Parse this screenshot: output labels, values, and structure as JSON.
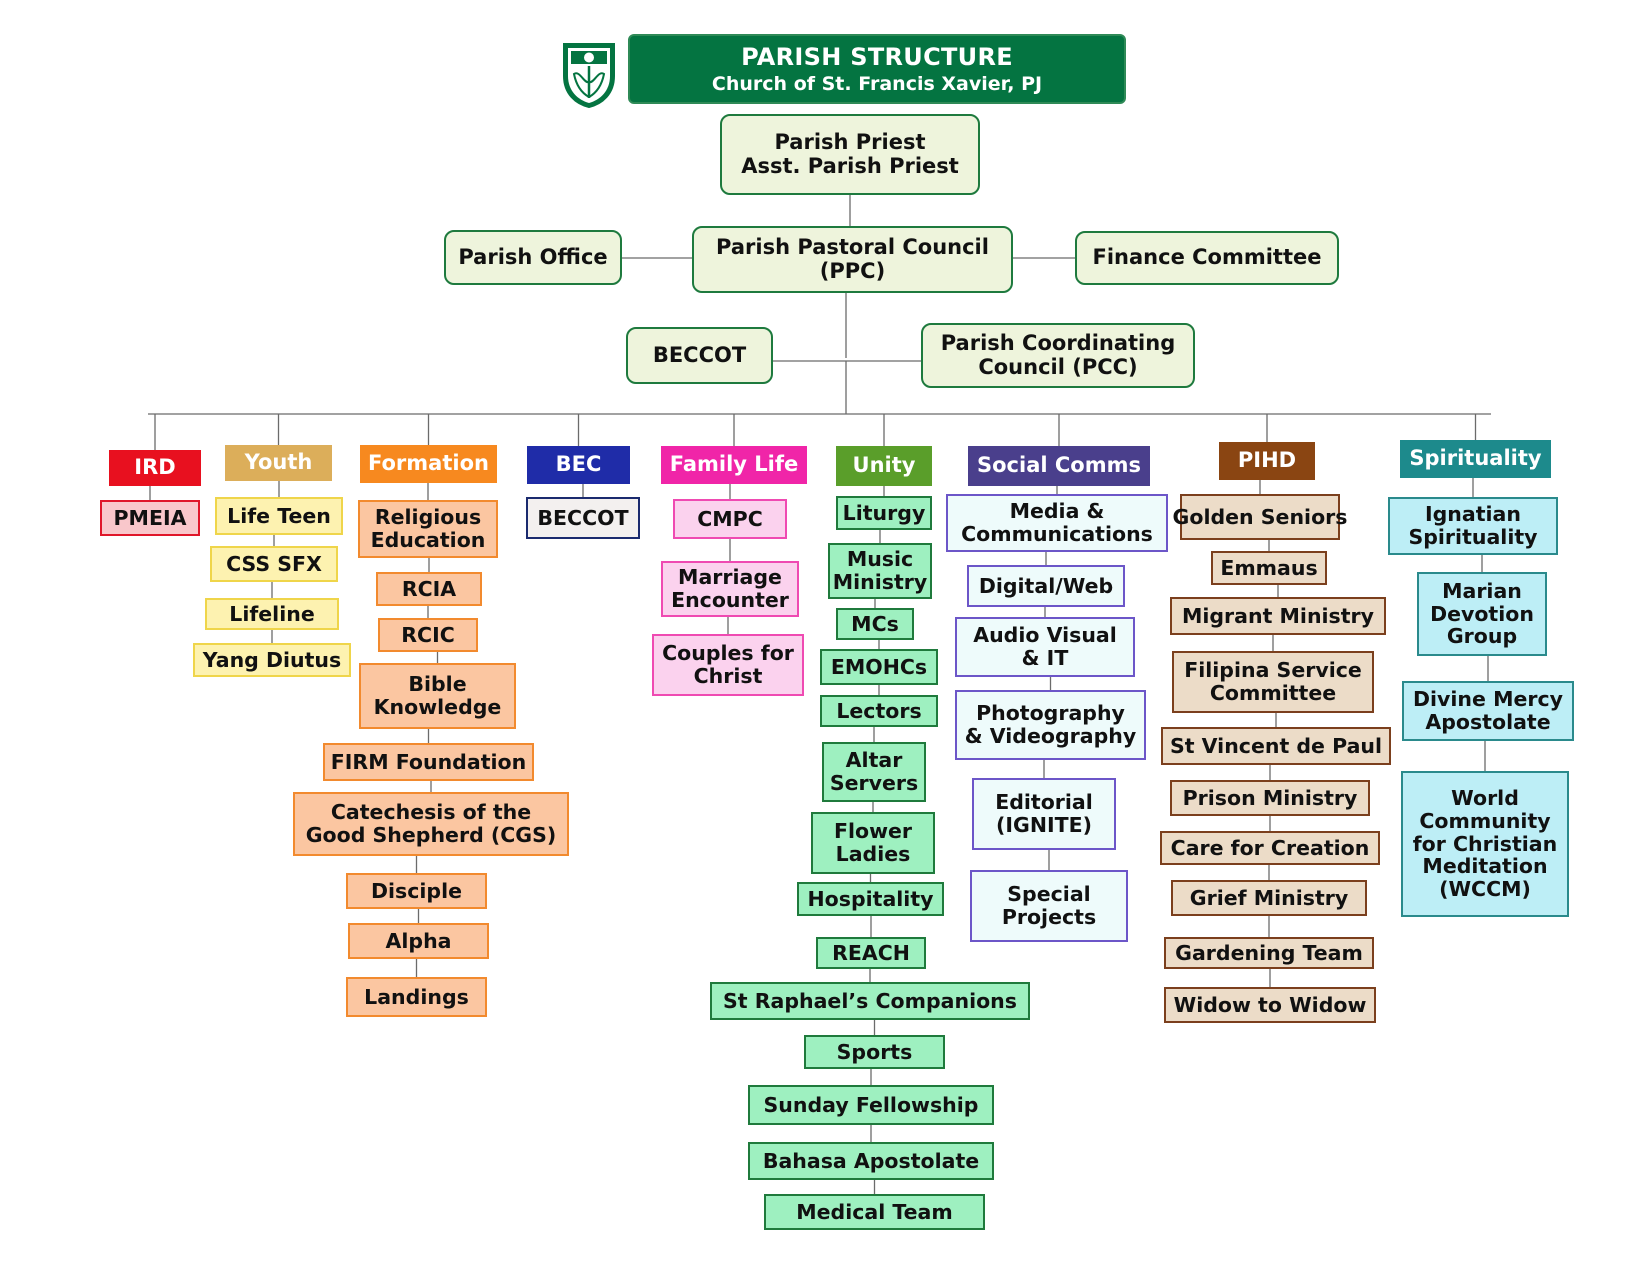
{
  "header": {
    "title": "PARISH STRUCTURE",
    "subtitle": "Church of St. Francis Xavier, PJ",
    "logo_icon": "parish-crest-icon"
  },
  "top": {
    "priests": [
      "Parish Priest",
      "Asst. Parish Priest"
    ],
    "parish_office": "Parish Office",
    "ppc": [
      "Parish Pastoral Council",
      "(PPC)"
    ],
    "finance": "Finance Committee",
    "beccot": "BECCOT",
    "pcc": [
      "Parish Coordinating",
      "Council (PCC)"
    ]
  },
  "colors": {
    "brand_green": "#047441",
    "ird": "#e8101f",
    "youth": "#dcae5a",
    "formation": "#f7891f",
    "bec": "#1f2ca8",
    "family_life": "#f025a8",
    "unity": "#5a9e2a",
    "social_comms": "#4a3f8c",
    "pihd": "#8a4512",
    "spirituality": "#1d8a8c"
  },
  "categories": [
    {
      "key": "ird",
      "label": "IRD",
      "items": [
        [
          "PMEIA"
        ]
      ]
    },
    {
      "key": "youth",
      "label": "Youth",
      "items": [
        [
          "Life Teen"
        ],
        [
          "CSS SFX"
        ],
        [
          "Lifeline"
        ],
        [
          "Yang Diutus"
        ]
      ]
    },
    {
      "key": "formation",
      "label": "Formation",
      "items": [
        [
          "Religious",
          "Education"
        ],
        [
          "RCIA"
        ],
        [
          "RCIC"
        ],
        [
          "Bible",
          "Knowledge"
        ],
        [
          "FIRM Foundation"
        ],
        [
          "Catechesis of the",
          "Good Shepherd (CGS)"
        ],
        [
          "Disciple"
        ],
        [
          "Alpha"
        ],
        [
          "Landings"
        ]
      ]
    },
    {
      "key": "bec",
      "label": "BEC",
      "items": [
        [
          "BECCOT"
        ]
      ]
    },
    {
      "key": "family_life",
      "label": "Family Life",
      "items": [
        [
          "CMPC"
        ],
        [
          "Marriage",
          "Encounter"
        ],
        [
          "Couples for",
          "Christ"
        ]
      ]
    },
    {
      "key": "unity",
      "label": "Unity",
      "items": [
        [
          "Liturgy"
        ],
        [
          "Music",
          "Ministry"
        ],
        [
          "MCs"
        ],
        [
          "EMOHCs"
        ],
        [
          "Lectors"
        ],
        [
          "Altar",
          "Servers"
        ],
        [
          "Flower",
          "Ladies"
        ],
        [
          "Hospitality"
        ],
        [
          "REACH"
        ],
        [
          "St Raphael’s Companions"
        ],
        [
          "Sports"
        ],
        [
          "Sunday Fellowship"
        ],
        [
          "Bahasa Apostolate"
        ],
        [
          "Medical Team"
        ]
      ]
    },
    {
      "key": "social_comms",
      "label": "Social Comms",
      "items": [
        [
          "Media &",
          "Communications"
        ],
        [
          "Digital/Web"
        ],
        [
          "Audio Visual",
          "& IT"
        ],
        [
          "Photography",
          "& Videography"
        ],
        [
          "Editorial",
          "(IGNITE)"
        ],
        [
          "Special",
          "Projects"
        ]
      ]
    },
    {
      "key": "pihd",
      "label": "PIHD",
      "items": [
        [
          "Golden Seniors"
        ],
        [
          "Emmaus"
        ],
        [
          "Migrant Ministry"
        ],
        [
          "Filipina Service",
          "Committee"
        ],
        [
          "St Vincent de Paul"
        ],
        [
          "Prison Ministry"
        ],
        [
          "Care for Creation"
        ],
        [
          "Grief Ministry"
        ],
        [
          "Gardening Team"
        ],
        [
          "Widow to Widow"
        ]
      ]
    },
    {
      "key": "spirituality",
      "label": "Spirituality",
      "items": [
        [
          "Ignatian",
          "Spirituality"
        ],
        [
          "Marian",
          "Devotion",
          "Group"
        ],
        [
          "Divine Mercy",
          "Apostolate"
        ],
        [
          "World",
          "Community",
          "for Christian",
          "Meditation",
          "(WCCM)"
        ]
      ]
    }
  ]
}
